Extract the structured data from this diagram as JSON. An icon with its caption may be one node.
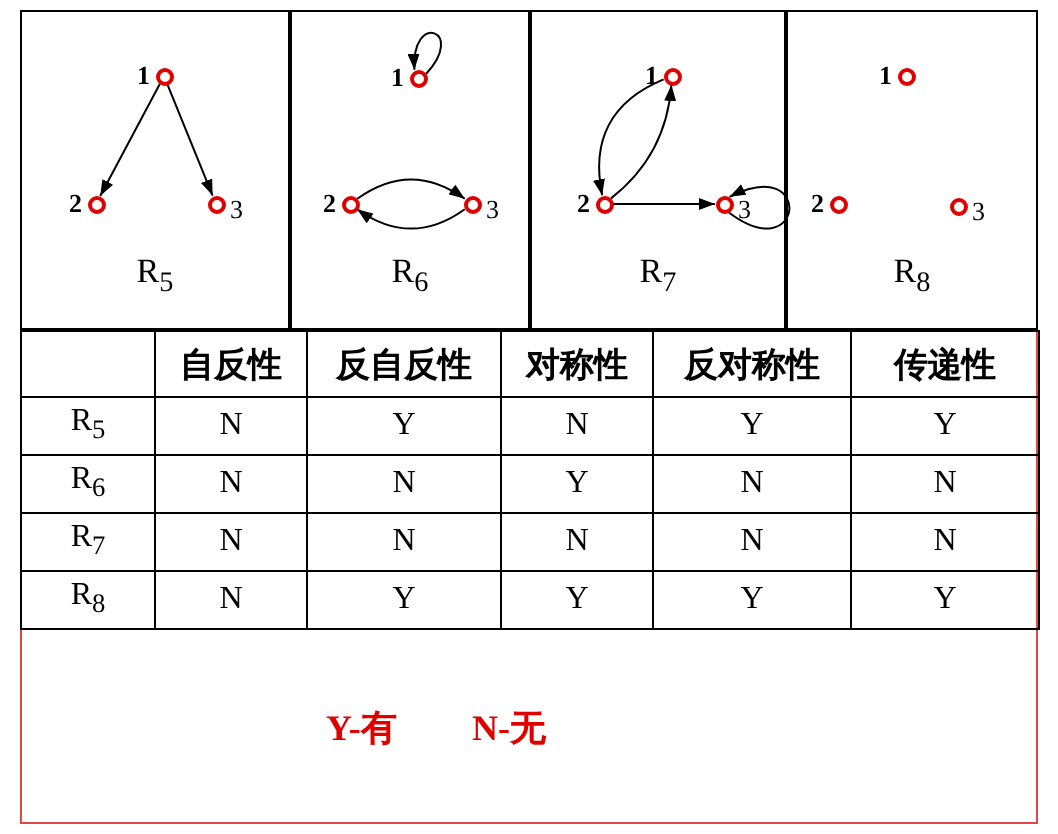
{
  "diagram": {
    "nodes": [
      {
        "text": [
          "R$_{5}$"
        ]
      },
      {
        "text": [],
        "shape": "circle",
        "beside": [
          "1"
        ],
        "in": 0
      },
      {
        "text": [],
        "shape": "circle",
        "beside": [
          "2"
        ],
        "in": 0
      },
      {
        "text": [],
        "shape": "circle",
        "beside": [
          "3"
        ],
        "in": 0
      },
      {
        "text": [
          "R$_{6}$"
        ]
      },
      {
        "text": [],
        "shape": "circle",
        "beside": [
          "1"
        ],
        "in": 4
      },
      {
        "text": [],
        "shape": "circle",
        "beside": [
          "2"
        ],
        "in": 4
      },
      {
        "text": [],
        "shape": "circle",
        "beside": [
          "3"
        ],
        "in": 4
      },
      {
        "text": [
          "R$_{7}$"
        ]
      },
      {
        "text": [],
        "shape": "circle",
        "beside": [
          "1"
        ],
        "in": 8
      },
      {
        "text": [],
        "shape": "circle",
        "beside": [
          "2"
        ],
        "in": 8
      },
      {
        "text": [],
        "shape": "circle",
        "beside": [
          "3"
        ],
        "in": 8
      },
      {
        "text": [
          "R$_{8}$"
        ]
      },
      {
        "text": [],
        "shape": "circle",
        "beside": [
          "1"
        ],
        "in": 12
      },
      {
        "text": [],
        "shape": "circle",
        "beside": [
          "2"
        ],
        "in": 12
      },
      {
        "text": [],
        "shape": "circle",
        "beside": [
          "3"
        ],
        "in": 12
      }
    ],
    "edges": [
      {
        "from": 1,
        "to": 2,
        "arrow": "to"
      },
      {
        "from": 1,
        "to": 3,
        "arrow": "to"
      },
      {
        "from": 5,
        "to": 5,
        "arrow": "to"
      },
      {
        "from": 6,
        "to": 7,
        "arrow": "to"
      },
      {
        "from": 7,
        "to": 6,
        "arrow": "to"
      },
      {
        "from": 9,
        "to": 10,
        "arrow": "to"
      },
      {
        "from": 10,
        "to": 9,
        "arrow": "to"
      },
      {
        "from": 10,
        "to": 11,
        "arrow": "to"
      },
      {
        "from": 11,
        "to": 11,
        "arrow": "to"
      }
    ],
    "labels": [
      "自反性",
      "反自反性",
      "对称性",
      "反对称性",
      "传递性",
      "R$_{5}$",
      "N",
      "Y",
      "N",
      "Y",
      "Y",
      "R$_{6}$",
      "N",
      "N",
      "Y",
      "N",
      "N",
      "R$_{7}$",
      "N",
      "N",
      "N",
      "N",
      "N",
      "R$_{8}$",
      "N",
      "Y",
      "Y",
      "Y",
      "Y",
      "Y-有",
      "N-无"
    ]
  }
}
